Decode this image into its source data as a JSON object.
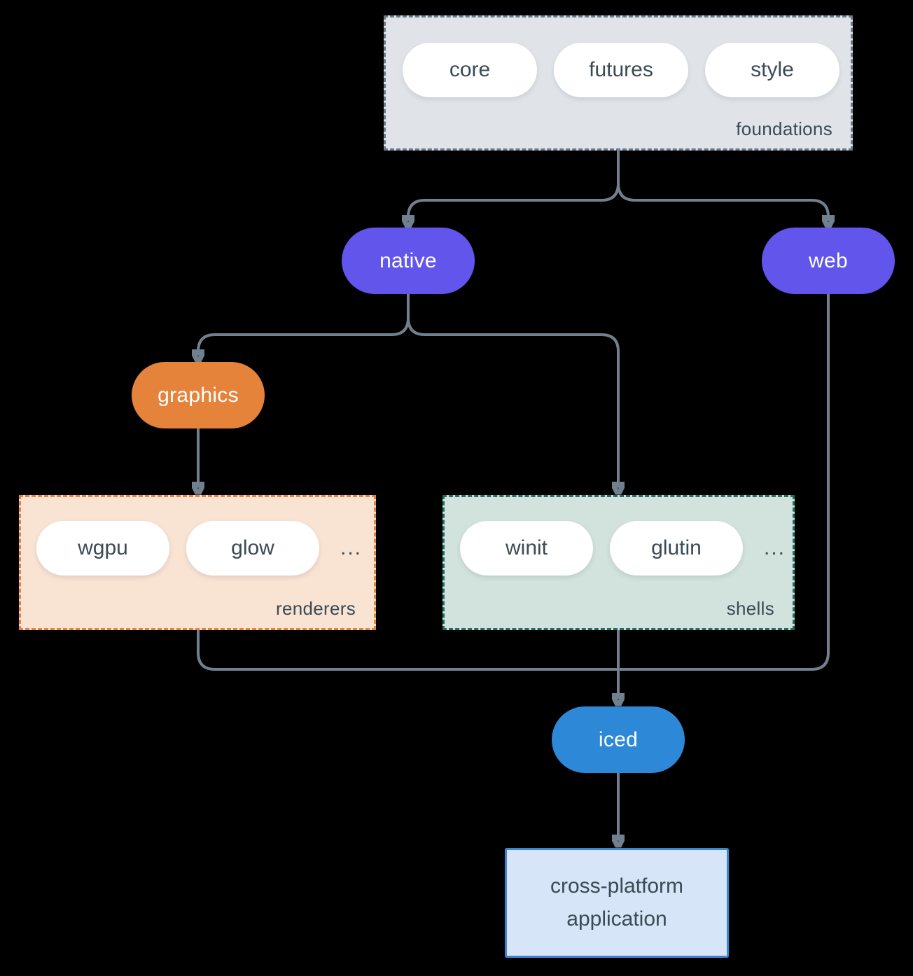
{
  "diagram": {
    "foundations": {
      "label": "foundations",
      "pills": [
        "core",
        "futures",
        "style"
      ]
    },
    "native": {
      "label": "native"
    },
    "web": {
      "label": "web"
    },
    "graphics": {
      "label": "graphics"
    },
    "renderers": {
      "label": "renderers",
      "pills": [
        "wgpu",
        "glow"
      ],
      "ellipsis": "..."
    },
    "shells": {
      "label": "shells",
      "pills": [
        "winit",
        "glutin"
      ],
      "ellipsis": "..."
    },
    "iced": {
      "label": "iced"
    },
    "application": {
      "line1": "cross-platform",
      "line2": "application"
    }
  },
  "colors": {
    "background": "#000000",
    "connector": "#71808f",
    "node_purple": "#6155ec",
    "node_orange": "#e5833b",
    "node_blue": "#2d89d8",
    "foundations_fill": "#e0e4e8",
    "foundations_border": "#6b7a8c",
    "renderers_fill": "#f9e3d3",
    "renderers_border": "#e5833b",
    "shells_fill": "#d2e2dc",
    "shells_border": "#1e6e62",
    "application_fill": "#d6e5f7",
    "application_border": "#3a87d0",
    "text_dark": "#3b4a54"
  }
}
